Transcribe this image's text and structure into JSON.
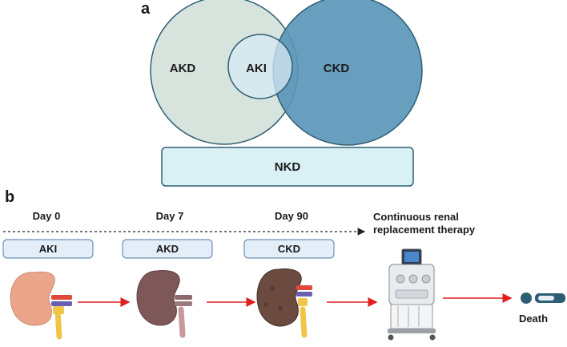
{
  "panel_a": {
    "label": "a",
    "circles": {
      "akd": "AKD",
      "aki": "AKI",
      "ckd": "CKD"
    },
    "box": "NKD"
  },
  "panel_b": {
    "label": "b",
    "days": [
      "Day 0",
      "Day 7",
      "Day 90"
    ],
    "stages": [
      "AKI",
      "AKD",
      "CKD"
    ],
    "therapy_line1": "Continuous renal",
    "therapy_line2": "replacement therapy",
    "outcome": "Death"
  },
  "colors": {
    "akd_fill": "#d6e4dd",
    "akd_stroke": "#2f5f73",
    "aki_fill": "#d7e9f4",
    "ckd_fill": "#5b96b8",
    "nkd_fill": "#d9f1f5",
    "stage_box_fill": "#e3eef9",
    "stage_box_stroke": "#6f90b8",
    "arrow": "#e02020",
    "kidney_healthy": "#eaa58a",
    "kidney_akd": "#7e5758",
    "kidney_ckd": "#6b4a40",
    "person": "#2e5e74"
  }
}
